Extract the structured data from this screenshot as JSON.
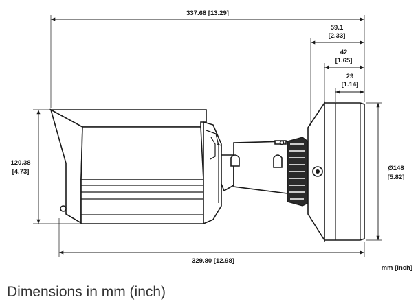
{
  "dimensions": {
    "overall_length": "337.68 [13.29]",
    "mount_depth_mm": "59.1",
    "mount_depth_in": "[2.33]",
    "base_depth_mm": "42",
    "base_depth_in": "[1.65]",
    "base_plate_mm": "29",
    "base_plate_in": "[1.14]",
    "height_mm": "120.38",
    "height_in": "[4.73]",
    "diameter_mm": "Ø148",
    "diameter_in": "[5.82]",
    "body_length": "329.80 [12.98]"
  },
  "units_label": "mm [inch]",
  "caption": "Dimensions in mm (inch)"
}
